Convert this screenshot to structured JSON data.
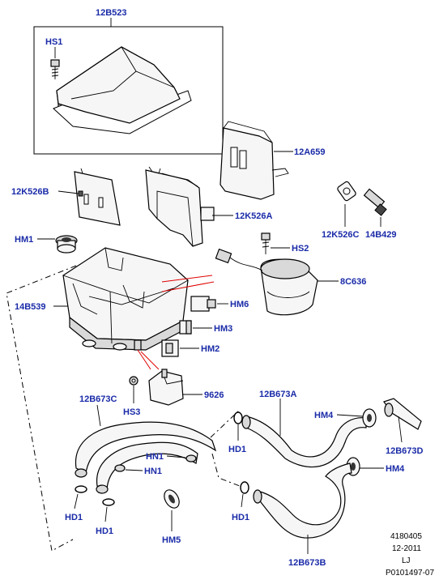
{
  "labels": {
    "12B523": "12B523",
    "HS1": "HS1",
    "12A659": "12A659",
    "12K526B": "12K526B",
    "12K526A": "12K526A",
    "12K526C": "12K526C",
    "14B429": "14B429",
    "HM1": "HM1",
    "HS2": "HS2",
    "8C636": "8C636",
    "14B539": "14B539",
    "HM6": "HM6",
    "HM3": "HM3",
    "HM2": "HM2",
    "9626": "9626",
    "HS3": "HS3",
    "12B673C": "12B673C",
    "12B673A": "12B673A",
    "HM4_top": "HM4",
    "HM4_bottom": "HM4",
    "12B673D": "12B673D",
    "HD1_mid": "HD1",
    "HD1_lower": "HD1",
    "HD1_left": "HD1",
    "HD1_left2": "HD1",
    "HN1_a": "HN1",
    "HN1_b": "HN1",
    "HM5": "HM5",
    "12B673B": "12B673B"
  },
  "footer": {
    "code": "4180405",
    "date": "12-2011",
    "initials": "LJ",
    "ref": "P0101497-07"
  },
  "colors": {
    "label": "#1a2ba8",
    "accent_lines": "#e00000"
  }
}
